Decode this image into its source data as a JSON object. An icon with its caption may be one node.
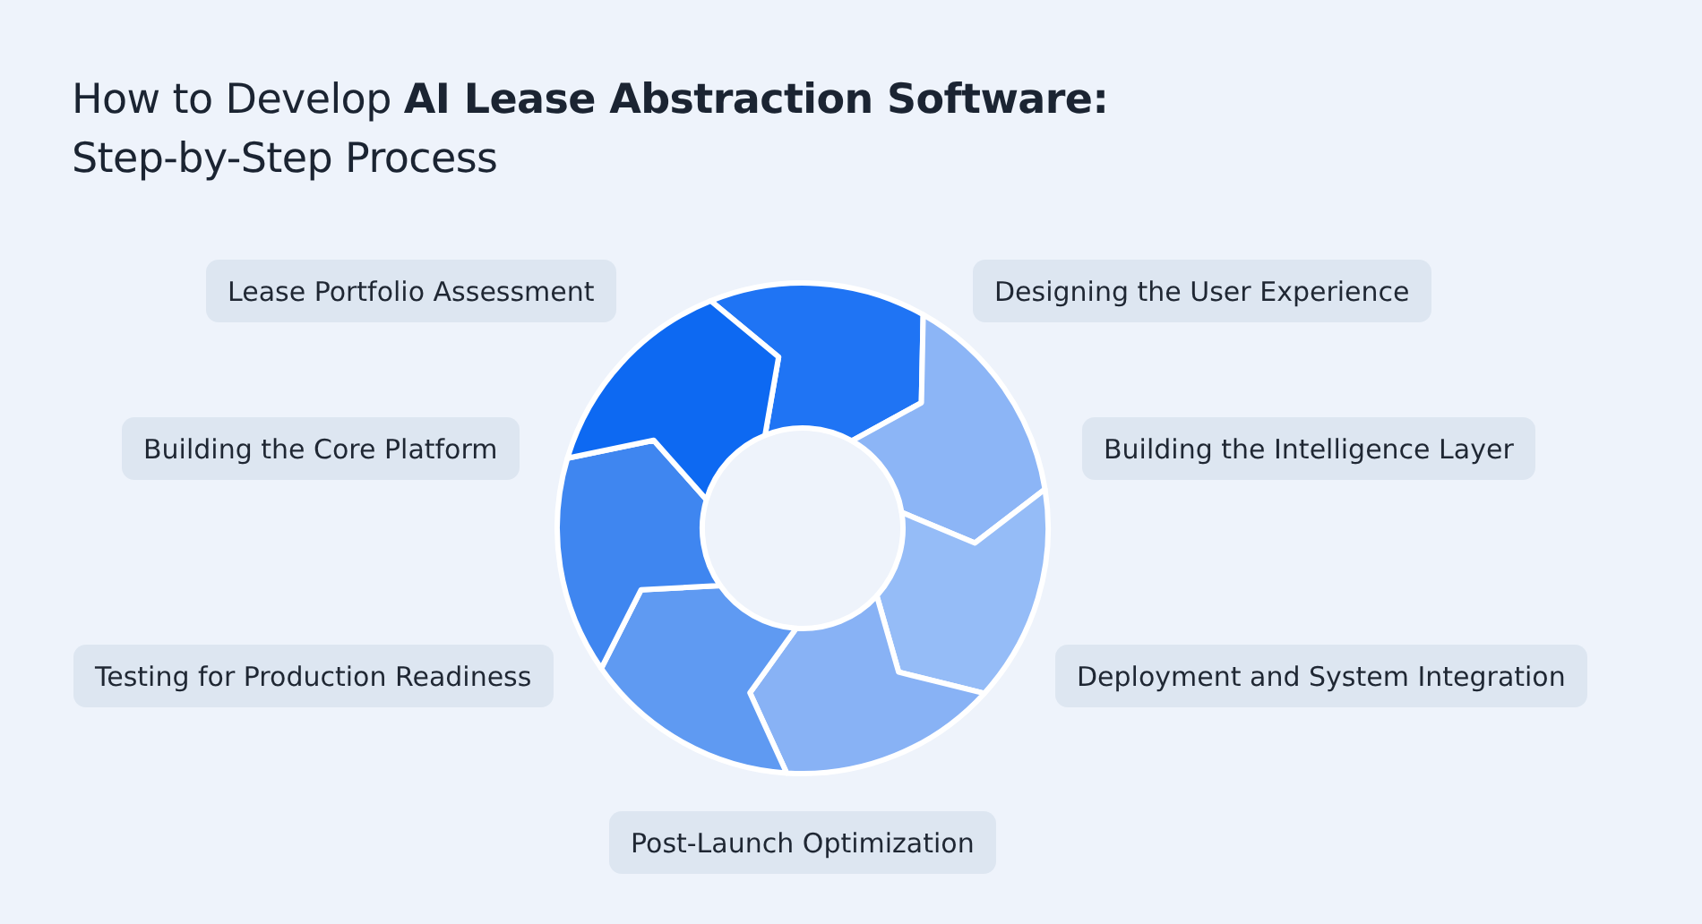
{
  "diagram": {
    "title": "How to Develop **AI Lease Abstraction Software:** Step-by-Step Process",
    "nodes": [
      {
        "text": [
          "Lease Portfolio Assessment"
        ]
      },
      {
        "text": [
          "Designing the User Experience"
        ]
      },
      {
        "text": [
          "Building the Core Platform"
        ]
      },
      {
        "text": [
          "Building the Intelligence Layer"
        ]
      },
      {
        "text": [
          "Testing for Production Readiness"
        ]
      },
      {
        "text": [
          "Deployment and System Integration"
        ]
      },
      {
        "text": [
          "Post-Launch Optimization"
        ]
      }
    ]
  }
}
